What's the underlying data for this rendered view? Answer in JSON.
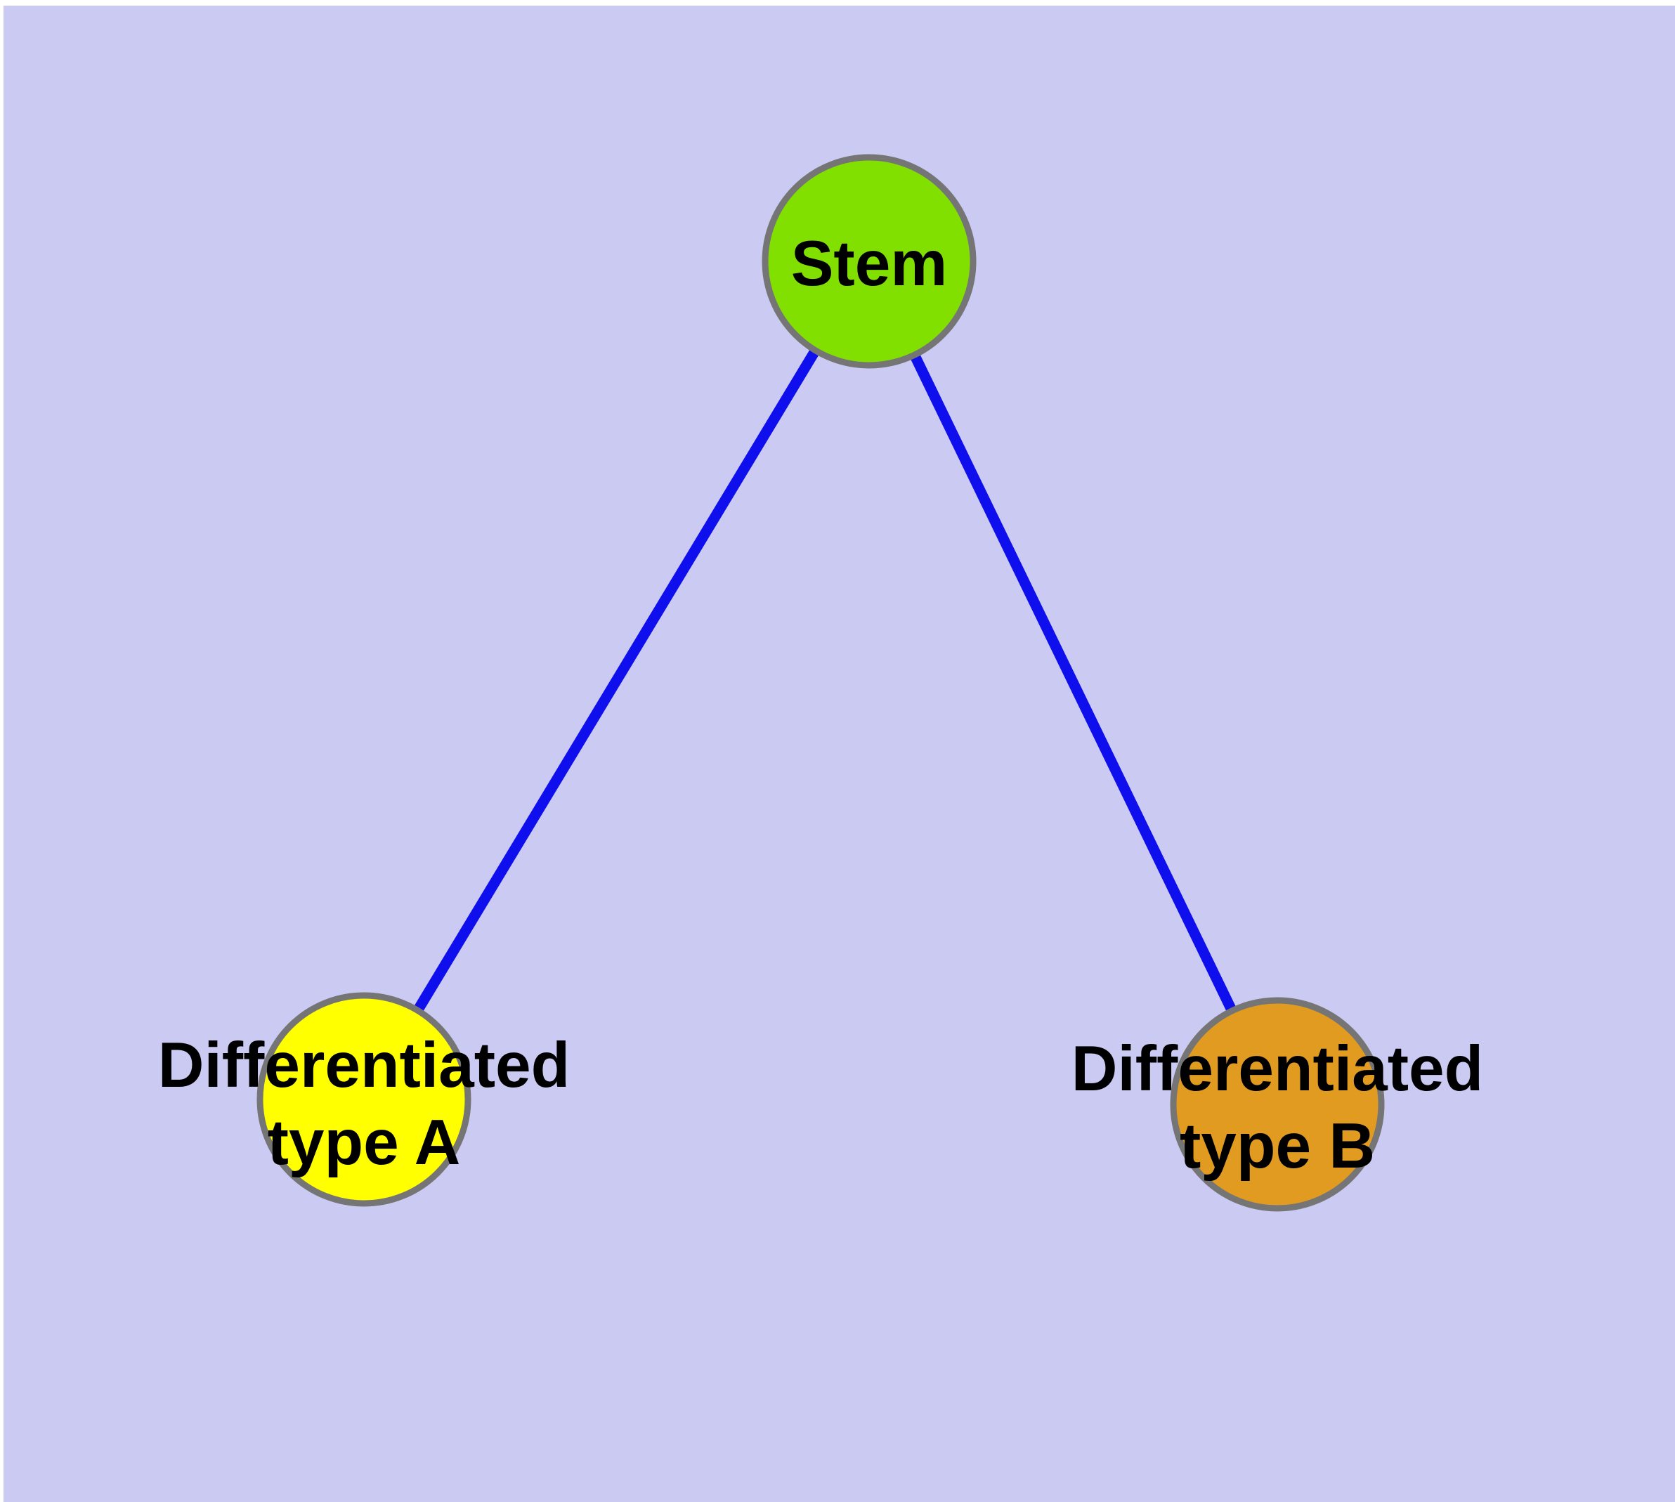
{
  "diagram": {
    "type": "node-link-diagram",
    "description": "Stem cell differentiation tree: one stem node branching to two differentiated cell type nodes",
    "nodes": {
      "stem": {
        "id": "stem",
        "lines": [
          "Stem"
        ],
        "fill": "#82e000"
      },
      "type_a": {
        "id": "type_a",
        "lines": [
          "Differentiated",
          "type A"
        ],
        "fill": "#ffff00"
      },
      "type_b": {
        "id": "type_b",
        "lines": [
          "Differentiated",
          "type B"
        ],
        "fill": "#e19b20"
      }
    },
    "edges": [
      {
        "from": "stem",
        "to": "type_a"
      },
      {
        "from": "stem",
        "to": "type_b"
      }
    ],
    "colors": {
      "background": "#cacaf2",
      "page_edge": "#ffffff",
      "node_border": "#757575",
      "edge_line": "#0f0fee",
      "label_text": "#000000"
    }
  }
}
